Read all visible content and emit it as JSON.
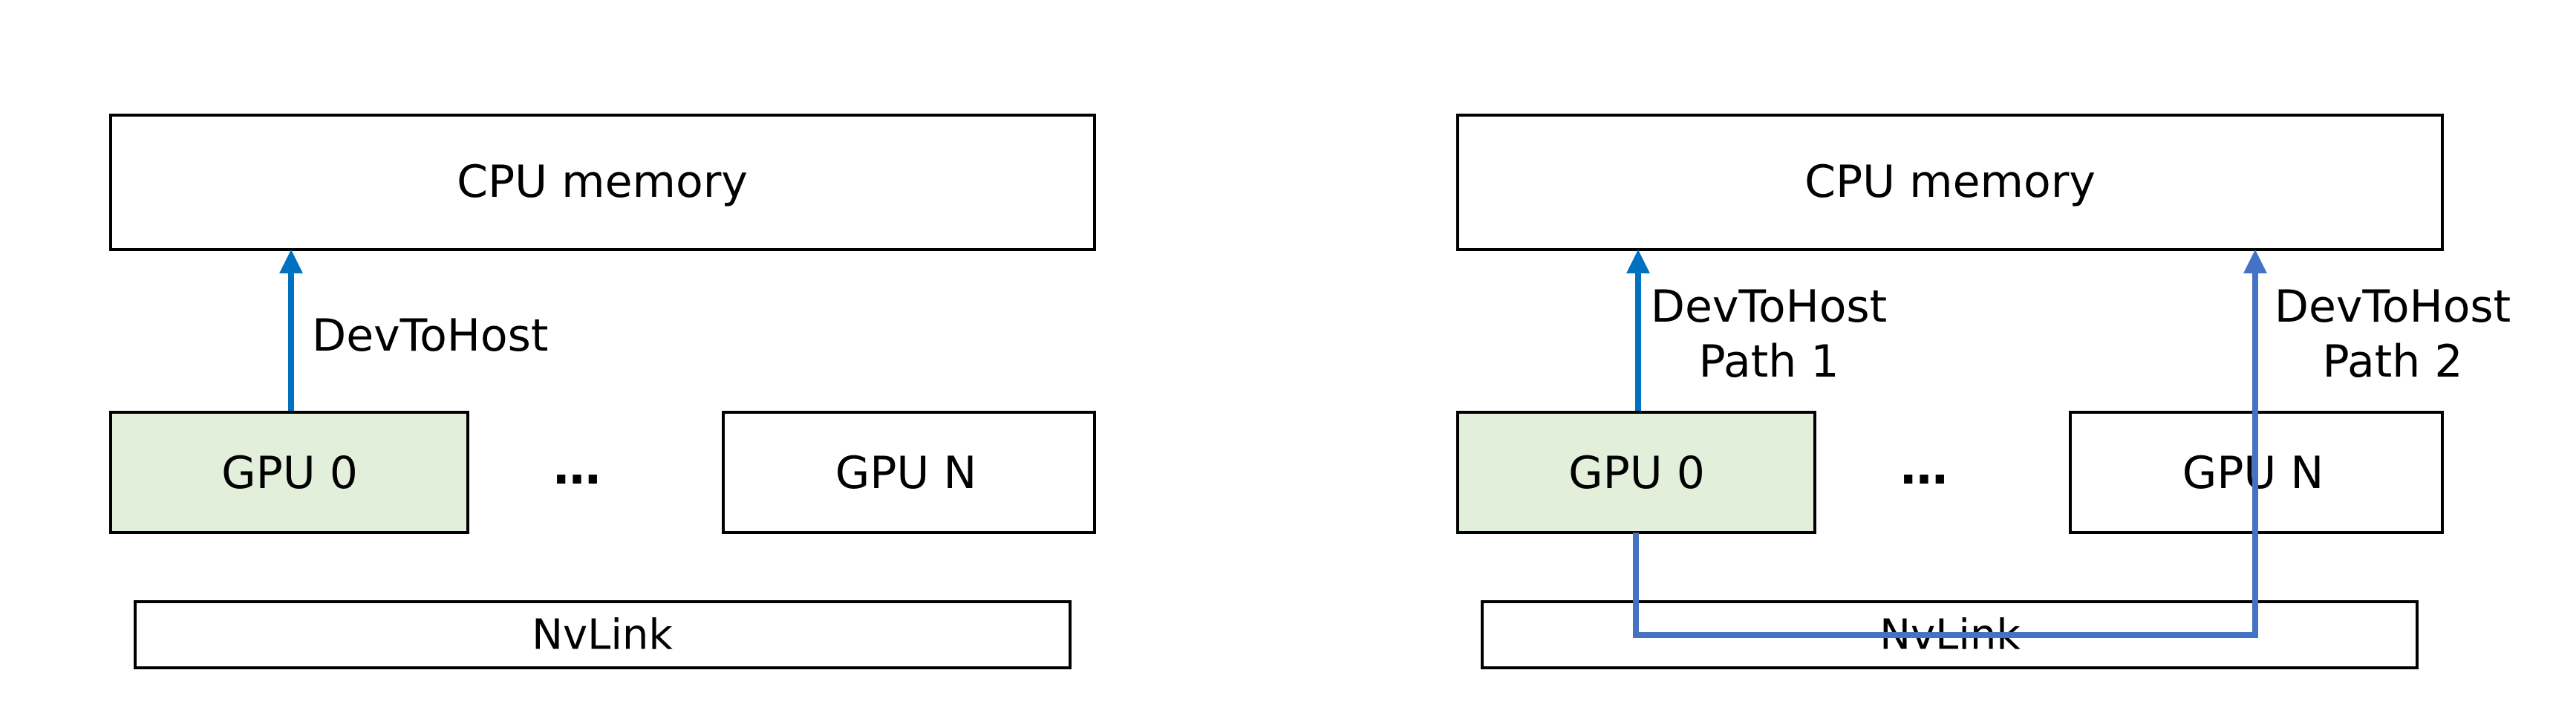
{
  "colors": {
    "gpu0_fill": "#e2efda",
    "box_stroke": "#000000",
    "arrow_blue": "#0070c0",
    "path2_blue": "#4472c4"
  },
  "left": {
    "cpu_label": "CPU memory",
    "gpu0_label": "GPU 0",
    "ellipsis": "…",
    "gpun_label": "GPU N",
    "nvlink_label": "NvLink",
    "arrow_label": "DevToHost"
  },
  "right": {
    "cpu_label": "CPU memory",
    "gpu0_label": "GPU 0",
    "ellipsis": "…",
    "gpun_label": "GPU N",
    "nvlink_label": "NvLink",
    "path1_line1": "DevToHost",
    "path1_line2": "Path 1",
    "path2_line1": "DevToHost",
    "path2_line2": "Path 2"
  }
}
